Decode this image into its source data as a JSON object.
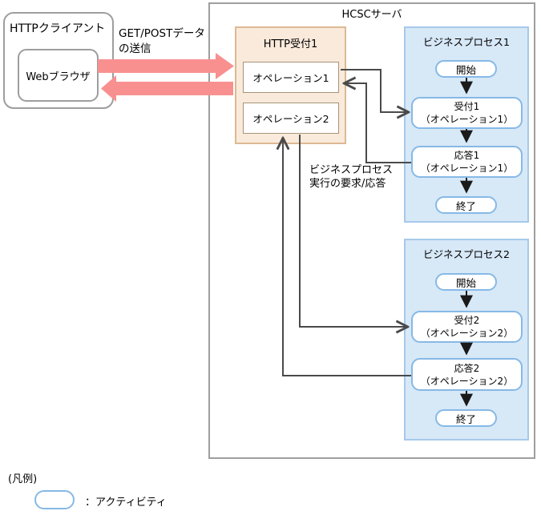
{
  "colors": {
    "transfer_arrow_pink": "#f99090",
    "reception_fill": "#faeadb",
    "reception_border": "#dcb993",
    "process_fill": "#d7e8f7",
    "process_border": "#a6c9ea",
    "activity_border": "#86b9e6",
    "frame_border": "#9e9e9e",
    "connector_line": "#4a4a4a"
  },
  "client": {
    "title": "HTTPクライアント",
    "browser_label": "Webブラウザ"
  },
  "request_arrow": {
    "label_line1": "GET/POSTデータ",
    "label_line2": "の送信"
  },
  "server": {
    "title": "HCSCサーバ"
  },
  "http_reception": {
    "title": "HTTP受付1",
    "operations": [
      {
        "label": "オペレーション1"
      },
      {
        "label": "オペレーション2"
      }
    ]
  },
  "bp_request_label": {
    "line1": "ビジネスプロセス",
    "line2": "実行の要求/応答"
  },
  "processes": [
    {
      "title": "ビジネスプロセス1",
      "start_label": "開始",
      "steps": [
        {
          "line1": "受付1",
          "line2": "（オペレーション1）"
        },
        {
          "line1": "応答1",
          "line2": "（オペレーション1）"
        }
      ],
      "end_label": "終了"
    },
    {
      "title": "ビジネスプロセス2",
      "start_label": "開始",
      "steps": [
        {
          "line1": "受付2",
          "line2": "（オペレーション2）"
        },
        {
          "line1": "応答2",
          "line2": "（オペレーション2）"
        }
      ],
      "end_label": "終了"
    }
  ],
  "legend": {
    "heading": "(凡例)",
    "activity_label": "：アクティビティ"
  }
}
